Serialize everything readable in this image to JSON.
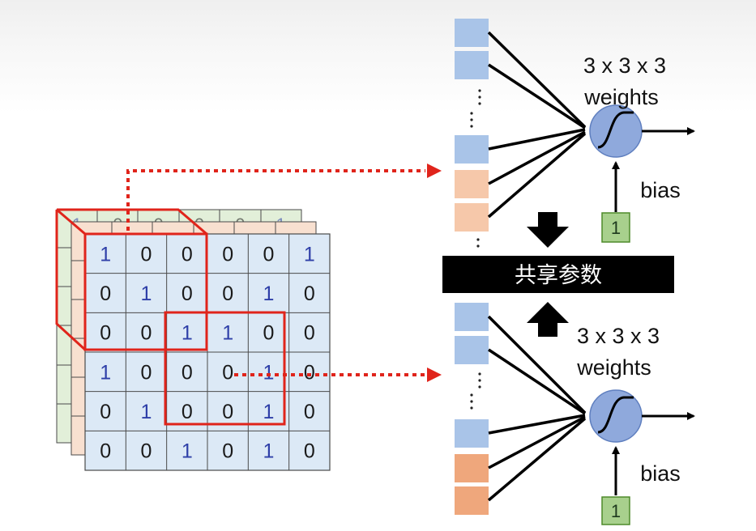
{
  "input_grid": {
    "values": [
      [
        "1",
        "0",
        "0",
        "0",
        "0",
        "1"
      ],
      [
        "0",
        "1",
        "0",
        "0",
        "1",
        "0"
      ],
      [
        "0",
        "0",
        "1",
        "1",
        "0",
        "0"
      ],
      [
        "1",
        "0",
        "0",
        "0",
        "1",
        "0"
      ],
      [
        "0",
        "1",
        "0",
        "0",
        "1",
        "0"
      ],
      [
        "0",
        "0",
        "1",
        "0",
        "1",
        "0"
      ]
    ],
    "back_layer_values": [
      "1",
      "0",
      "0",
      "0",
      "0",
      "1"
    ],
    "colors": {
      "front_fill": "#dce9f6",
      "middle_fill": "#f8e0d0",
      "back_fill": "#e2efd9",
      "grid_line": "#4a4a4a",
      "one_color": "#2e3fa8",
      "zero_color": "#1a1a1a"
    }
  },
  "neurons": [
    {
      "weights_label_line1": "3 x 3 x 3",
      "weights_label_line2": "weights",
      "bias_label": "bias",
      "bias_value": "1"
    },
    {
      "weights_label_line1": "3 x 3 x 3",
      "weights_label_line2": "weights",
      "bias_label": "bias",
      "bias_value": "1"
    }
  ],
  "shared_label": "共享参数",
  "colors": {
    "highlight_red": "#e0241b",
    "neuron_fill": "#8fa9dc",
    "input_blue": "#a9c4e8",
    "input_orange_light": "#f6c8aa",
    "input_orange": "#efa77c",
    "bias_box_fill": "#a8d08d",
    "bias_box_border": "#4e8a2a",
    "banner_fill": "#000000",
    "banner_text": "#ffffff"
  },
  "icons": [
    "down-arrow-icon",
    "up-arrow-icon",
    "sigmoid-icon",
    "ellipsis-icon"
  ]
}
